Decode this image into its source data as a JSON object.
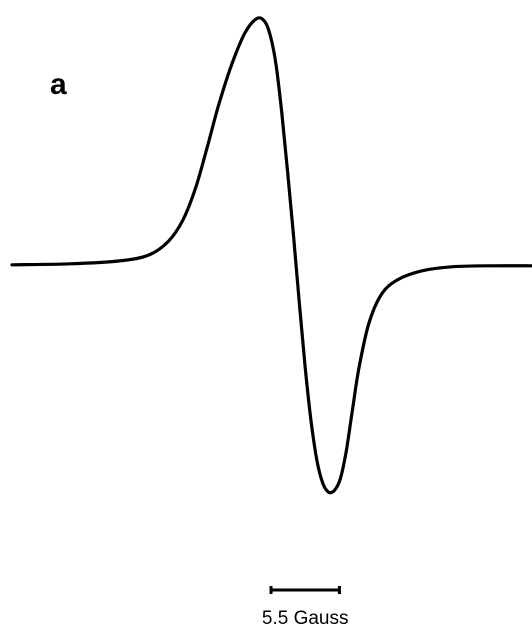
{
  "chart_data": {
    "type": "line",
    "panel_label": "a",
    "title": "",
    "xlabel": "",
    "ylabel": "",
    "grid": false,
    "legend": "none",
    "x": [
      0,
      60,
      110,
      140,
      160,
      175,
      188,
      200,
      212,
      225,
      238,
      250,
      258,
      264,
      270,
      276,
      282,
      288,
      294,
      300,
      306,
      312,
      318,
      324,
      330,
      336,
      342,
      348,
      355,
      365,
      378,
      395,
      420,
      450,
      490,
      532
    ],
    "series": [
      {
        "color": "#000000",
        "values": [
          0,
          1,
          4,
          10,
          24,
          46,
          79,
          121,
          165,
          205,
          236,
          251,
          249,
          235,
          205,
          155,
          95,
          30,
          -40,
          -105,
          -160,
          -200,
          -223,
          -232,
          -230,
          -218,
          -190,
          -150,
          -105,
          -60,
          -30,
          -15,
          -6,
          -2,
          -1,
          -1
        ]
      }
    ],
    "xlim": [
      0,
      532
    ],
    "ylim": [
      -240,
      260
    ],
    "scale_bar": {
      "label": "5.5 Gauss",
      "x_start": 265,
      "x_end": 335
    }
  }
}
